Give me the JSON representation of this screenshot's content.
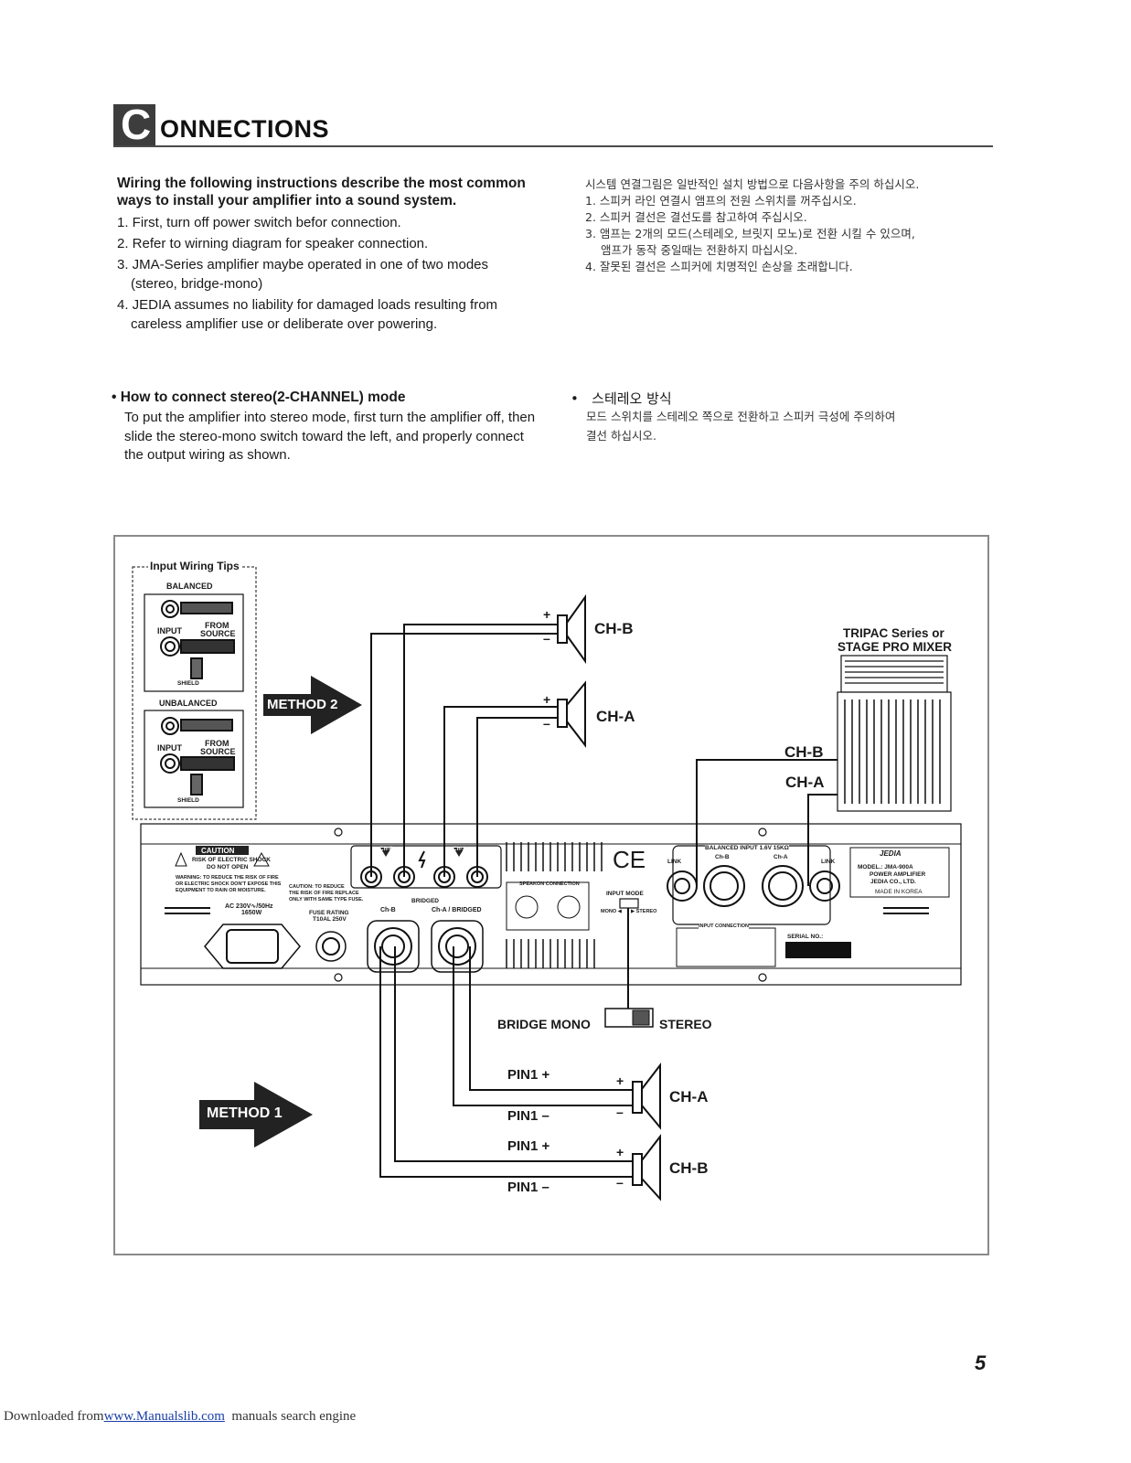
{
  "title": {
    "initial": "C",
    "rest": "ONNECTIONS"
  },
  "intro": {
    "heading": "Wiring the following instructions describe the most common ways to install your amplifier into a sound system.",
    "items": [
      {
        "line": "1. First, turn off power switch befor connection.",
        "cont": ""
      },
      {
        "line": "2. Refer to wirning diagram for speaker connection.",
        "cont": ""
      },
      {
        "line": "3. JMA-Series amplifier maybe operated in one of two modes",
        "cont": "(stereo, bridge-mono)"
      },
      {
        "line": "4. JEDIA assumes no liability for damaged loads resulting from",
        "cont": "careless amplifier use or deliberate over powering."
      }
    ]
  },
  "korean_intro": {
    "heading": "시스템 연결그림은 일반적인 설치 방법으로 다음사항을 주의 하십시오.",
    "items": [
      {
        "line": "1. 스피커 라인 연결시 앰프의 전원 스위치를 꺼주십시오.",
        "cont": ""
      },
      {
        "line": "2. 스피커 결선은 결선도를 참고하여 주십시오.",
        "cont": ""
      },
      {
        "line": "3. 앰프는 2개의 모드(스테레오, 브릿지 모노)로 전환 시킬 수 있으며,",
        "cont": "앰프가 동작 중일때는 전환하지 마십시오."
      },
      {
        "line": "4. 잘못된 결선은 스피커에 치명적인 손상을 초래합니다.",
        "cont": ""
      }
    ]
  },
  "stereo": {
    "heading": "How to connect stereo(2-CHANNEL) mode",
    "body": "To put the amplifier into stereo mode, first turn the amplifier off, then slide the stereo-mono switch toward the left, and properly connect the output wiring as shown."
  },
  "korean_stereo": {
    "heading": "스테레오 방식",
    "line1": "모드 스위치를 스테레오 쪽으로 전환하고 스피커 극성에 주의하여",
    "line2": "결선 하십시오."
  },
  "diagram": {
    "input_tips": {
      "title": "Input Wiring Tips",
      "balanced": "BALANCED",
      "unbalanced": "UNBALANCED",
      "input": "INPUT",
      "from": "FROM",
      "source": "SOURCE",
      "shield": "SHIELD"
    },
    "method2": "METHOD 2",
    "method1": "METHOD 1",
    "ch_b": "CH-B",
    "ch_a": "CH-A",
    "mixer_line1": "TRIPAC Series or",
    "mixer_line2": "STAGE PRO MIXER",
    "bridge_mono": "BRIDGE MONO",
    "stereo": "STEREO",
    "pin_plus": "PIN1 +",
    "pin_minus": "PIN1 –",
    "panel": {
      "caution": "CAUTION",
      "caution_sub1": "RISK OF ELECTRIC SHOCK",
      "caution_sub2": "DO NOT OPEN",
      "warning1": "WARNING: TO REDUCE THE RISK OF FIRE",
      "warning2": "OR ELECTRIC SHOCK DON'T EXPOSE THIS",
      "warning3": "EQUIPMENT TO RAIN OR MOISTURE.",
      "caution2a": "CAUTION: TO REDUCE",
      "caution2b": "THE RISK OF FIRE REPLACE",
      "caution2c": "ONLY WITH SAME TYPE FUSE.",
      "ac": "AC 230V∿/50Hz",
      "watts": "1650W",
      "fuse1": "FUSE RATING",
      "fuse2": "T10AL 250V",
      "chb": "Ch-B",
      "cha": "Ch-A",
      "cha_bridged": "Ch-A / BRIDGED",
      "bridged": "BRIDGED",
      "speakon": "SPEAKON CONNECTION",
      "input_mode": "INPUT MODE",
      "mono": "MONO ◀",
      "stereo_sw": "▶ STEREO",
      "balanced_input": "BALANCED INPUT 1.6V 15KΩ",
      "link": "LINK",
      "input_connection": "INPUT CONNECTION",
      "serial": "SERIAL NO.:",
      "brand": "JEDIA",
      "model": "MODEL.: JMA-900A",
      "power_amp": "POWER AMPLIFIER",
      "company": "JEDIA CO., LTD.",
      "made_in": "MADE IN KOREA",
      "ce": "CE"
    }
  },
  "page_number": "5",
  "footer": {
    "prefix": "Downloaded from",
    "link": "www.Manualslib.com",
    "suffix": "manuals search engine"
  }
}
